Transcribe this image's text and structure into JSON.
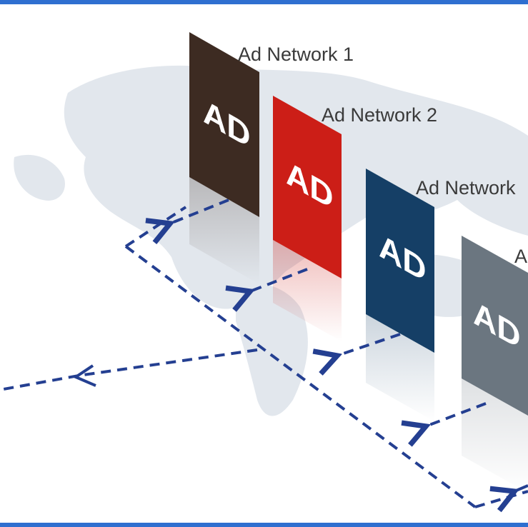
{
  "networks": [
    {
      "label": "Ad Network 1",
      "panel_text": "AD",
      "color": "#3d2b22"
    },
    {
      "label": "Ad Network 2",
      "panel_text": "AD",
      "color": "#cc1e17"
    },
    {
      "label": "Ad Network",
      "panel_text": "AD",
      "color": "#153f66"
    },
    {
      "label": "A",
      "panel_text": "AD",
      "color": "#6b7680"
    }
  ],
  "colors": {
    "frame": "#2f6fd0",
    "arrows": "#243f91",
    "map": "#d8dfe6"
  }
}
